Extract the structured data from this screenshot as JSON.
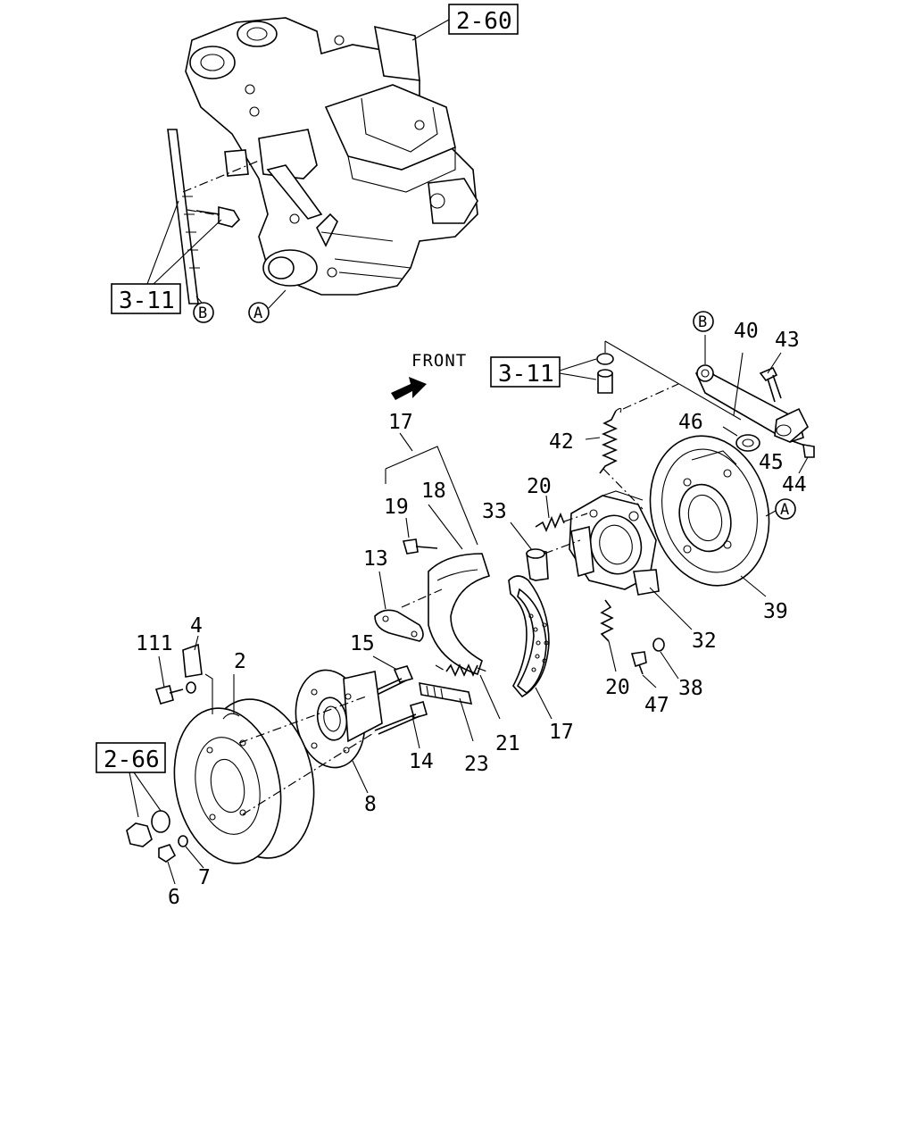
{
  "front_label": "FRONT",
  "refs": {
    "r260": "2-60",
    "r311_top": "3-11",
    "r311_mid": "3-11",
    "r266": "2-66"
  },
  "circles": {
    "a_top": "A",
    "b_top": "B",
    "b_right": "B",
    "a_right": "A"
  },
  "parts": {
    "p40": "40",
    "p43": "43",
    "p46": "46",
    "p42": "42",
    "p45": "45",
    "p44": "44",
    "p17a": "17",
    "p18": "18",
    "p19": "19",
    "p20a": "20",
    "p33": "33",
    "p13": "13",
    "p39": "39",
    "p32": "32",
    "p4": "4",
    "p111": "111",
    "p2": "2",
    "p15": "15",
    "p20b": "20",
    "p38": "38",
    "p47": "47",
    "p17b": "17",
    "p21": "21",
    "p14": "14",
    "p23": "23",
    "p8": "8",
    "p7": "7",
    "p6": "6"
  }
}
